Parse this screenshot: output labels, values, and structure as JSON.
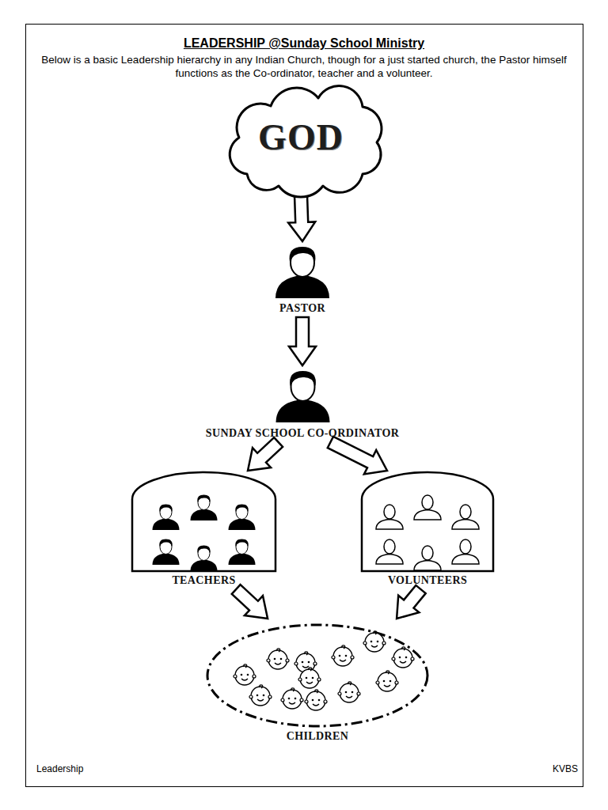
{
  "diagram": {
    "title": "LEADERSHIP @Sunday School Ministry",
    "nodes": [
      {
        "text": [
          "GOD"
        ]
      },
      {
        "text": [
          "PASTOR"
        ]
      },
      {
        "text": [
          "SUNDAY SCHOOL CO-ORDINATOR"
        ]
      },
      {
        "text": [
          "TEACHERS"
        ]
      },
      {
        "text": [
          "VOLUNTEERS"
        ]
      },
      {
        "text": [
          "CHILDREN"
        ]
      }
    ],
    "edges": [
      {
        "from": 0,
        "to": 1,
        "arrow": "to"
      },
      {
        "from": 1,
        "to": 2,
        "arrow": "to"
      },
      {
        "from": 2,
        "to": 3,
        "arrow": "to"
      },
      {
        "from": 2,
        "to": 4,
        "arrow": "to"
      },
      {
        "from": 3,
        "to": 5,
        "arrow": "to"
      },
      {
        "from": 4,
        "to": 5,
        "arrow": "to"
      }
    ],
    "labels": [
      "Below is a basic Leadership hierarchy in any Indian Church, though for a just started church, the Pastor himself functions as the Co-ordinator, teacher and a volunteer.",
      "Leadership",
      "KVBS"
    ]
  }
}
